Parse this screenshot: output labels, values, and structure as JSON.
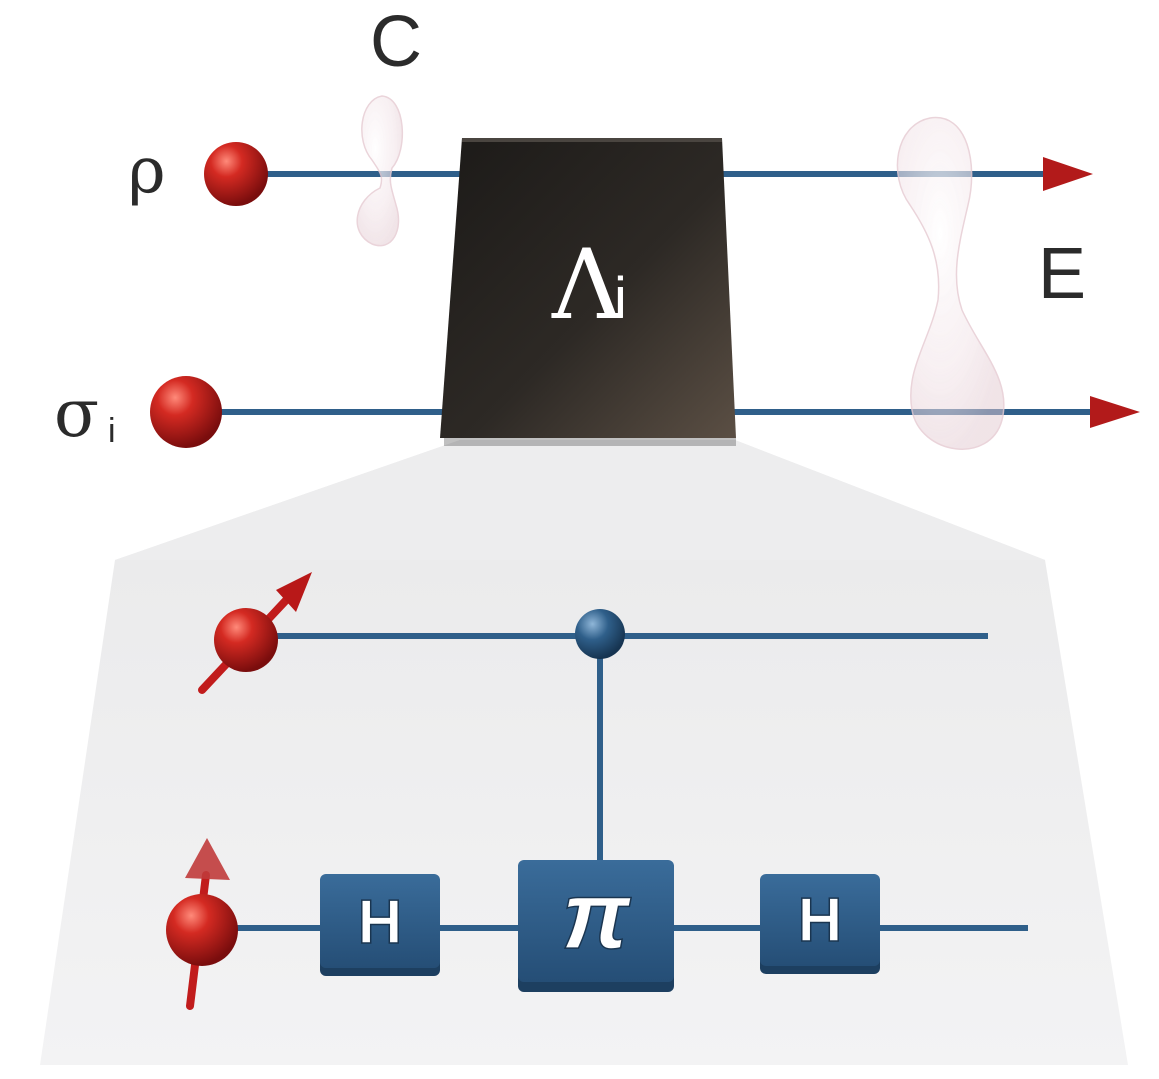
{
  "labels": {
    "rho": "ρ",
    "sigma": "σ",
    "sigma_sub": "i",
    "c": "C",
    "e": "E",
    "lambda": "Λ",
    "lambda_sub": "i"
  },
  "gates": {
    "h1": "H",
    "pi": "π",
    "h2": "H"
  },
  "colors": {
    "wire": "#2f5f8a",
    "gate": "#2e5f8d",
    "sphere": "#c81e1e",
    "box": "#2a2622"
  }
}
